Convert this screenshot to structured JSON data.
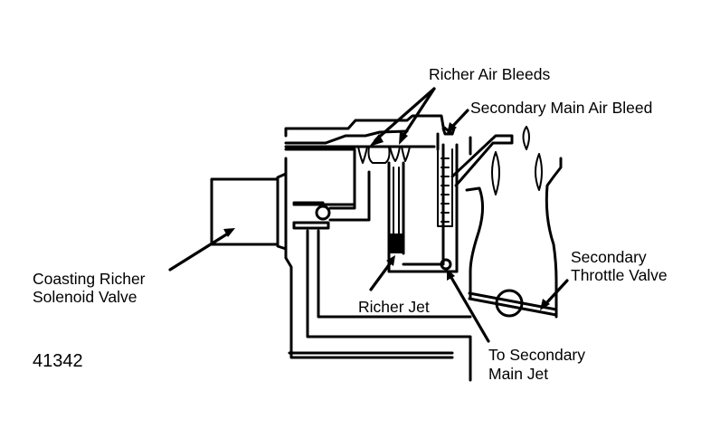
{
  "figure_id": "41342",
  "labels": {
    "richer_air_bleeds": "Richer Air Bleeds",
    "secondary_main_air_bleed": "Secondary Main Air Bleed",
    "coasting_richer_line1": "Coasting Richer",
    "coasting_richer_line2": "Solenoid Valve",
    "richer_jet": "Richer Jet",
    "secondary_throttle_line1": "Secondary",
    "secondary_throttle_line2": "Throttle Valve",
    "to_secondary_line1": "To Secondary",
    "to_secondary_line2": "Main Jet"
  },
  "colors": {
    "ink": "#000000",
    "background": "#ffffff"
  }
}
